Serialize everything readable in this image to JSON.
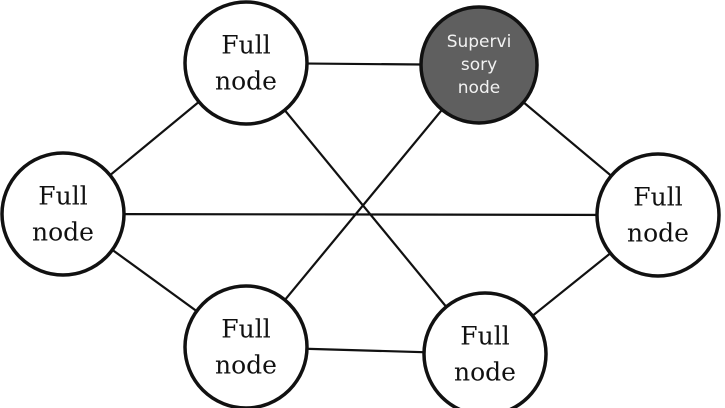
{
  "diagram": {
    "nodes": [
      {
        "id": "n_top_left",
        "lines": [
          "Full",
          "node"
        ],
        "fill": "#ffffff"
      },
      {
        "id": "n_supervisory",
        "lines": [
          "Supervi",
          "sory",
          "node"
        ],
        "fill": "#5f5f5f"
      },
      {
        "id": "n_left",
        "lines": [
          "Full",
          "node"
        ],
        "fill": "#ffffff"
      },
      {
        "id": "n_right",
        "lines": [
          "Full",
          "node"
        ],
        "fill": "#ffffff"
      },
      {
        "id": "n_bottom_left",
        "lines": [
          "Full",
          "node"
        ],
        "fill": "#ffffff"
      },
      {
        "id": "n_bottom_right",
        "lines": [
          "Full",
          "node"
        ],
        "fill": "#ffffff"
      }
    ],
    "edges": [
      [
        "n_top_left",
        "n_supervisory"
      ],
      [
        "n_top_left",
        "n_left"
      ],
      [
        "n_top_left",
        "n_bottom_right"
      ],
      [
        "n_supervisory",
        "n_right"
      ],
      [
        "n_supervisory",
        "n_bottom_left"
      ],
      [
        "n_left",
        "n_right"
      ],
      [
        "n_left",
        "n_bottom_left"
      ],
      [
        "n_bottom_left",
        "n_bottom_right"
      ],
      [
        "n_bottom_right",
        "n_right"
      ]
    ]
  }
}
